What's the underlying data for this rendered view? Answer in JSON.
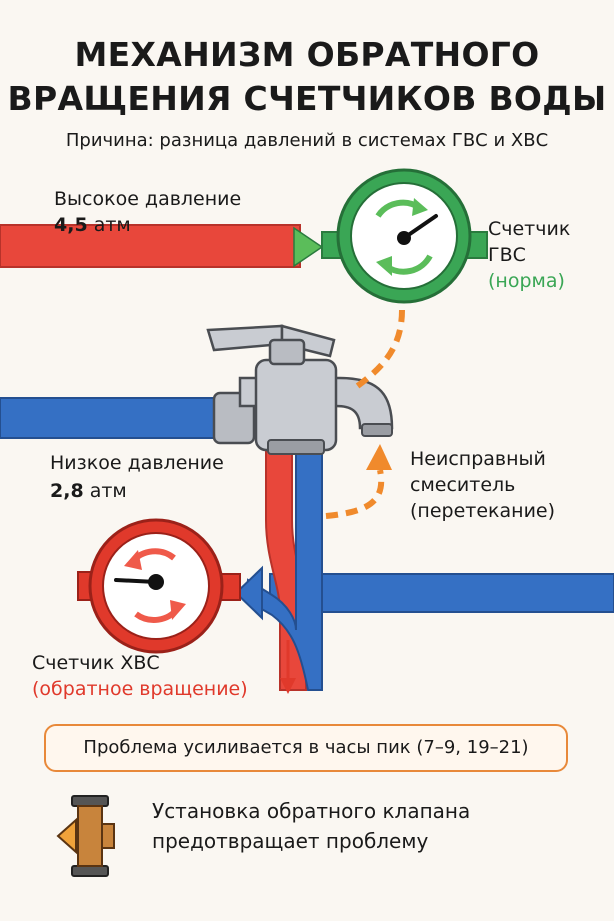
{
  "title": {
    "line1": "МЕХАНИЗМ ОБРАТНОГО",
    "line2": "ВРАЩЕНИЯ СЧЕТЧИКОВ ВОДЫ"
  },
  "subtitle": "Причина: разница давлений в системах ГВС и ХВС",
  "hot_pipe": {
    "label": "Высокое давление",
    "pressure": "4,5",
    "unit": "атм",
    "color": "#e8473b"
  },
  "cold_pipe": {
    "label": "Низкое давление",
    "pressure": "2,8",
    "unit": "атм",
    "color": "#3570c4"
  },
  "hot_meter": {
    "line1": "Счетчик",
    "line2": "ГВС",
    "status": "(норма)",
    "color": "#3aa655"
  },
  "cold_meter": {
    "label": "Счетчик ХВС",
    "status": "(обратное вращение)",
    "color": "#e0392b"
  },
  "mixer": {
    "line1": "Неисправный",
    "line2": "смеситель",
    "line3": "(перетекание)",
    "flow_color": "#f08a2c"
  },
  "callout": "Проблема усиливается в часы пик (7–9, 19–21)",
  "valve": {
    "icon": "check-valve-icon",
    "line1": "Установка обратного клапана",
    "line2": "предотвращает проблему"
  }
}
